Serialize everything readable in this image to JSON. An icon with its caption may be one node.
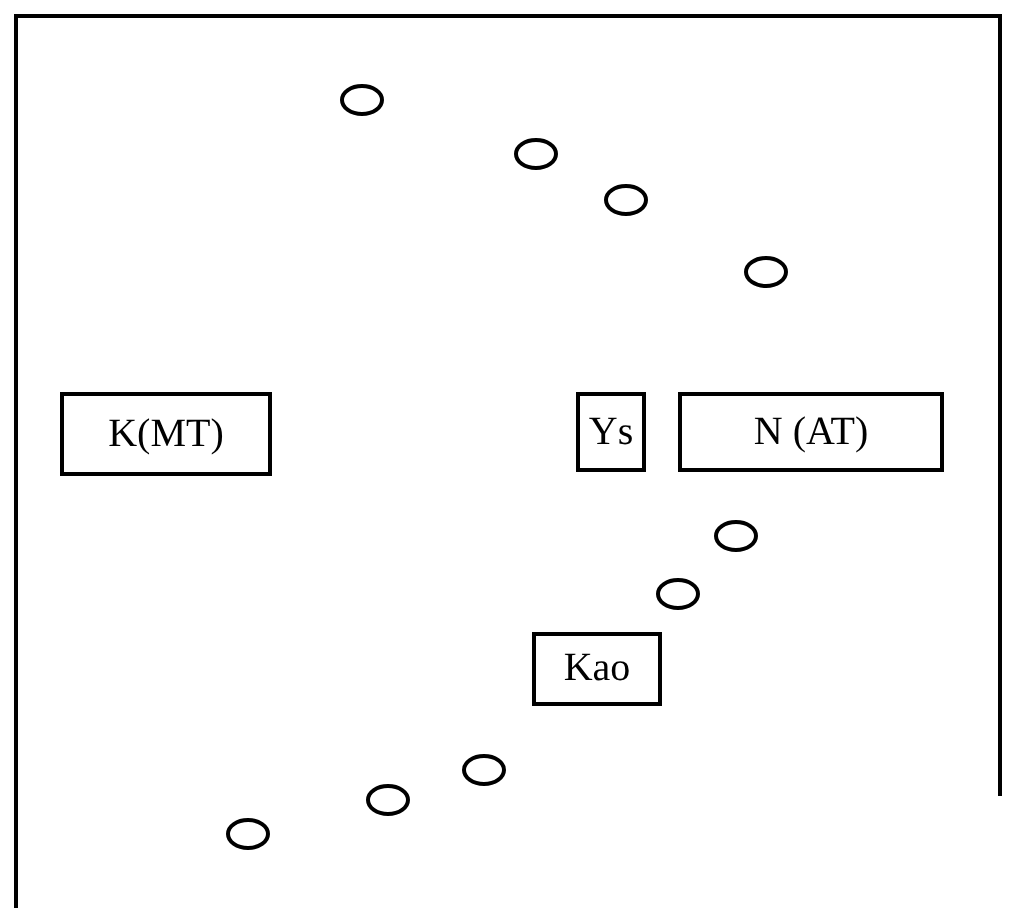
{
  "diagram": {
    "nodes": [
      {
        "text": [],
        "shape": "ellipse"
      },
      {
        "text": [],
        "shape": "ellipse"
      },
      {
        "text": [],
        "shape": "ellipse"
      },
      {
        "text": [],
        "shape": "ellipse"
      },
      {
        "text": [
          "K(MT)"
        ]
      },
      {
        "text": [
          "Ys"
        ]
      },
      {
        "text": [
          "N (AT)"
        ]
      },
      {
        "text": [],
        "shape": "ellipse"
      },
      {
        "text": [],
        "shape": "ellipse"
      },
      {
        "text": [
          "Kao"
        ]
      },
      {
        "text": [],
        "shape": "ellipse"
      },
      {
        "text": [],
        "shape": "ellipse"
      },
      {
        "text": [],
        "shape": "ellipse"
      }
    ]
  }
}
